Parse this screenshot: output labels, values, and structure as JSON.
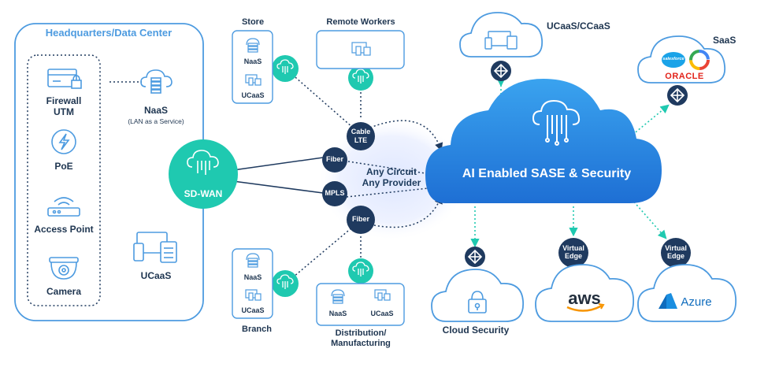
{
  "headquarters": {
    "title": "Headquarters/Data Center",
    "devices": [
      {
        "label_line1": "Firewall",
        "label_line2": "UTM",
        "icon": "firewall-icon"
      },
      {
        "label": "PoE",
        "icon": "poe-icon"
      },
      {
        "label": "Access Point",
        "icon": "access-point-icon"
      },
      {
        "label": "Camera",
        "icon": "camera-icon"
      }
    ],
    "naas": {
      "label": "NaaS",
      "sublabel": "(LAN as a Service)"
    },
    "ucaas": {
      "label": "UCaaS"
    },
    "sdwan": {
      "label": "SD-WAN"
    }
  },
  "sites": {
    "store": {
      "title": "Store",
      "items": [
        "NaaS",
        "UCaaS"
      ]
    },
    "remote": {
      "title": "Remote Workers"
    },
    "branch": {
      "title": "Branch",
      "items": [
        "NaaS",
        "UCaaS"
      ]
    },
    "distribution": {
      "title_line1": "Distribution/",
      "title_line2": "Manufacturing",
      "items": [
        "NaaS",
        "UCaaS"
      ]
    }
  },
  "circuits": {
    "cable_lte": {
      "line1": "Cable",
      "line2": "LTE"
    },
    "fiber_top": "Fiber",
    "mpls": "MPLS",
    "fiber_bottom": "Fiber",
    "caption_line1": "Any Circuit",
    "caption_line2": "Any Provider"
  },
  "sase": {
    "title": "AI Enabled SASE & Security"
  },
  "cloud_services": {
    "ucaas_ccaas": "UCaaS/CCaaS",
    "saas": {
      "title": "SaaS",
      "brands": [
        "salesforce",
        "ORACLE"
      ]
    },
    "cloud_security": "Cloud Security",
    "virtual_edge_line1": "Virtual",
    "virtual_edge_line2": "Edge",
    "aws": "aws",
    "azure": "Azure"
  },
  "colors": {
    "accent_blue": "#4d9be0",
    "sase_gradient_top": "#3aa3ef",
    "sase_gradient_bottom": "#1e6fd4",
    "teal": "#1fc9b0",
    "navy": "#1f3a5f",
    "text": "#1e3550",
    "aws_orange": "#f79400",
    "azure_blue": "#0f6cbd"
  }
}
